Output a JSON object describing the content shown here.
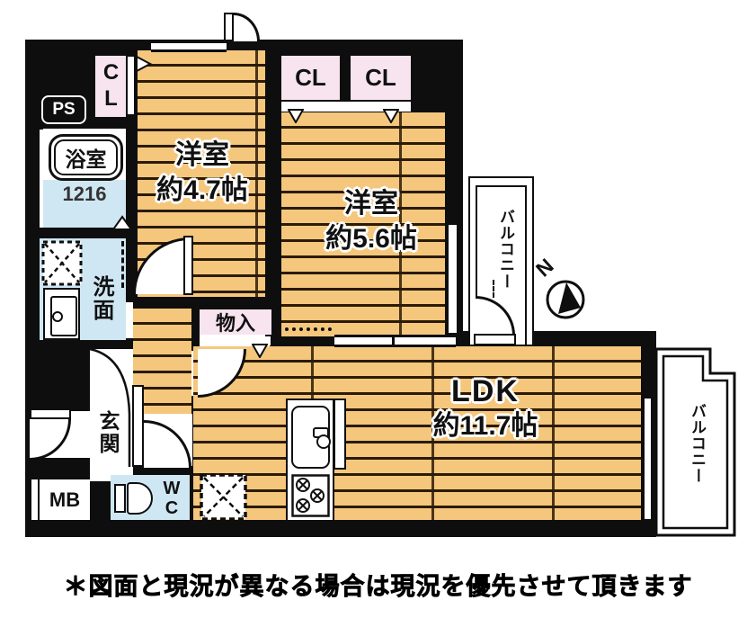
{
  "plan": {
    "rooms": {
      "western1": {
        "name": "洋室",
        "size": "約4.7帖"
      },
      "western2": {
        "name": "洋室",
        "size": "約5.6帖"
      },
      "ldk": {
        "name": "LDK",
        "size": "約11.7帖"
      },
      "bath": {
        "label": "浴室",
        "size_code": "1216"
      },
      "washroom": {
        "label": "洗面"
      },
      "entrance": {
        "label": "玄関"
      },
      "wc": {
        "label": "WC"
      },
      "meter_box": {
        "label": "MB"
      },
      "pipe_space": {
        "label": "PS"
      },
      "storage": {
        "label": "物入"
      },
      "closet1": {
        "label": "CL"
      },
      "closet2": {
        "label": "CL"
      },
      "closet3": {
        "label": "CL"
      },
      "balcony1": {
        "label": "バルコニー"
      },
      "balcony2": {
        "label": "バルコニー"
      }
    },
    "compass": {
      "north_label": "N"
    },
    "footnote": "＊図面と現況が異なる場合は現況を優先させて頂きます"
  },
  "colors": {
    "wall": "#0e0e0e",
    "wood_floor": "#f4c77d",
    "wet_area_floor": "#cfe7f3",
    "closet_fill": "#f7e4ee",
    "background": "#ffffff"
  }
}
